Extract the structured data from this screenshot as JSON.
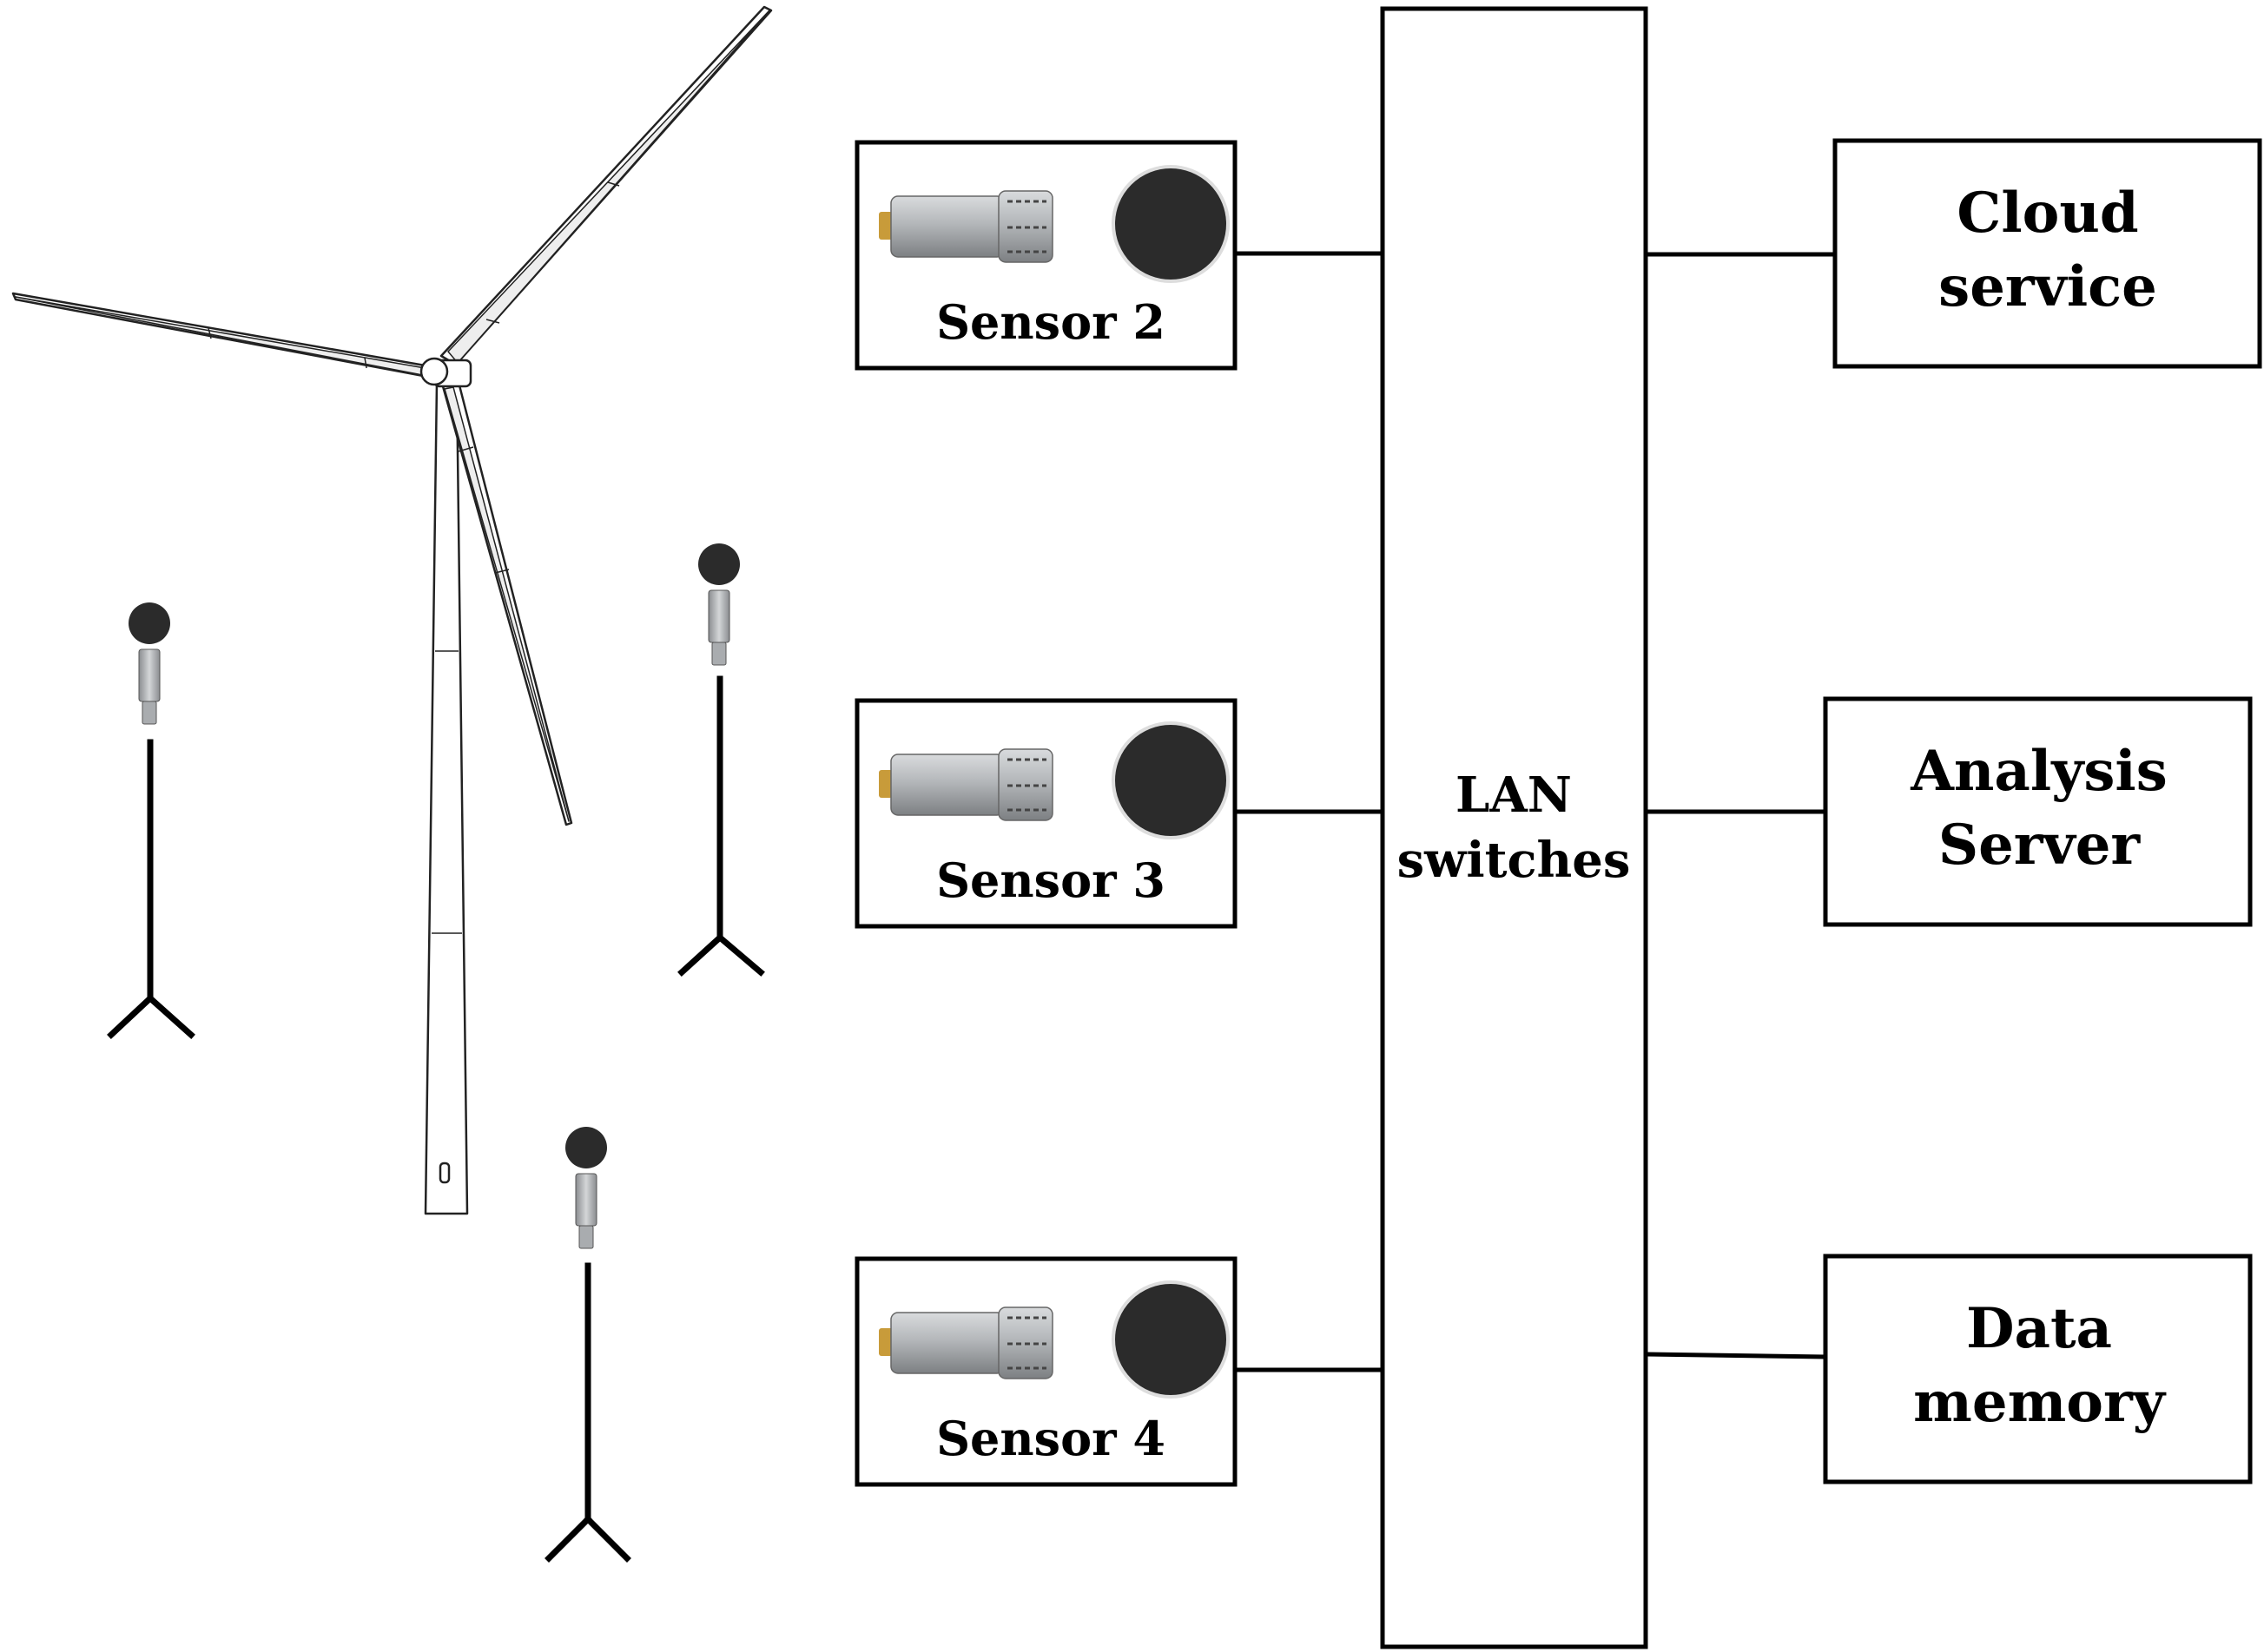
{
  "sensors": [
    {
      "label": "Sensor 2"
    },
    {
      "label": "Sensor 3"
    },
    {
      "label": "Sensor 4"
    }
  ],
  "switch": {
    "line1": "LAN",
    "line2": "switches"
  },
  "outputs": [
    {
      "line1": "Cloud",
      "line2": "service"
    },
    {
      "line1": "Analysis",
      "line2": "Server"
    },
    {
      "line1": "Data",
      "line2": "memory"
    }
  ],
  "colors": {
    "line": "#000000",
    "mic_ball": "#2b2b2b",
    "mic_body": "#a9acaf",
    "mic_tip": "#c89b3a"
  },
  "icons": {
    "turbine": "wind-turbine-icon",
    "microphone": "microphone-icon",
    "tripod": "tripod-stand-icon"
  }
}
